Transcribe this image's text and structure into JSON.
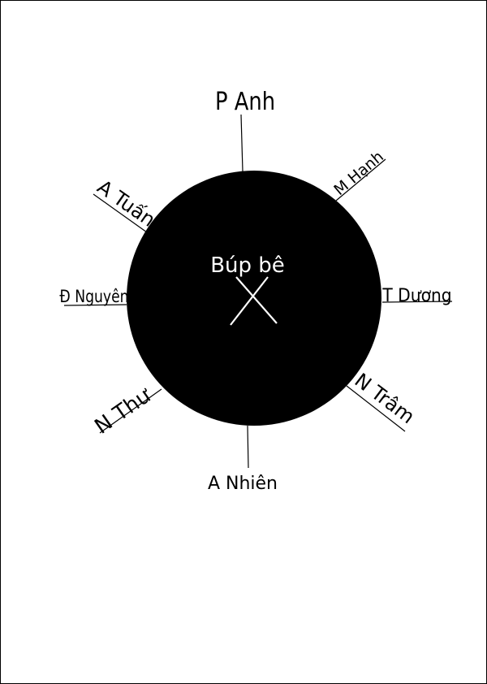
{
  "diagram": {
    "center_label": "Búp bê",
    "circle_color": "#000000",
    "cross_color": "#ffffff",
    "names": [
      "P Anh",
      "M Hạnh",
      "T Dương",
      "N Trâm",
      "A Nhiên",
      "N Thư",
      "Đ Nguyên",
      "A Tuấn"
    ]
  }
}
